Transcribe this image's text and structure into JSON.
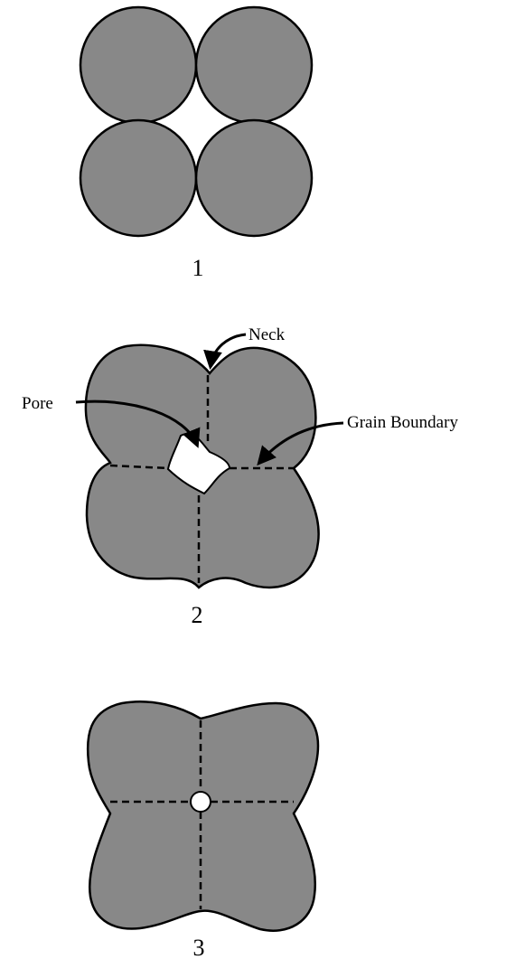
{
  "colors": {
    "particle_fill": "#888888",
    "outline": "#000000",
    "pore_fill": "#ffffff",
    "background": "#ffffff"
  },
  "stages": [
    {
      "number": "1"
    },
    {
      "number": "2"
    },
    {
      "number": "3"
    }
  ],
  "annotations": {
    "neck": "Neck",
    "pore": "Pore",
    "grain_boundary": "Grain Boundary"
  }
}
